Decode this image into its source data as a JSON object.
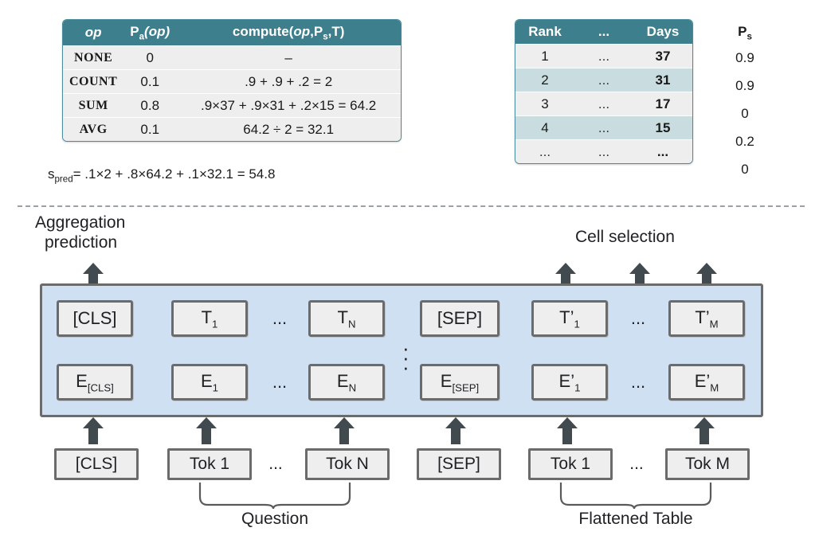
{
  "op_table": {
    "headers": [
      "op",
      "Pa(op)",
      "compute(op,Ps,T)"
    ],
    "header_parts": {
      "op": "op",
      "pa_main": "P",
      "pa_sub": "a",
      "pa_tail": "(op)",
      "comp_main": "compute(",
      "comp_op": "op",
      "comp_mid": ",P",
      "comp_sub": "s",
      "comp_tail": ",T)"
    },
    "rows": [
      {
        "op": "NONE",
        "pa": "0",
        "compute": "–"
      },
      {
        "op": "COUNT",
        "pa": "0.1",
        "compute": ".9 + .9 + .2 = 2"
      },
      {
        "op": "SUM",
        "pa": "0.8",
        "compute": ".9×37 + .9×31 + .2×15 = 64.2"
      },
      {
        "op": "AVG",
        "pa": "0.1",
        "compute": "64.2 ÷ 2 = 32.1"
      }
    ]
  },
  "spred": {
    "symbol": "s",
    "subscript": "pred",
    "equation": "= .1×2 + .8×64.2 + .1×32.1 = 54.8"
  },
  "rank_table": {
    "headers": [
      "Rank",
      "...",
      "Days"
    ],
    "rows": [
      {
        "rank": "1",
        "mid": "...",
        "days": "37"
      },
      {
        "rank": "2",
        "mid": "...",
        "days": "31"
      },
      {
        "rank": "3",
        "mid": "...",
        "days": "17"
      },
      {
        "rank": "4",
        "mid": "...",
        "days": "15"
      },
      {
        "rank": "...",
        "mid": "...",
        "days": "..."
      }
    ]
  },
  "ps_column": {
    "header_main": "P",
    "header_sub": "s",
    "values": [
      "0.9",
      "0.9",
      "0",
      "0.2",
      "0"
    ]
  },
  "labels": {
    "aggregation_line1": "Aggregation",
    "aggregation_line2": "prediction",
    "cell_selection": "Cell selection",
    "question": "Question",
    "flattened_table": "Flattened Table"
  },
  "encoder": {
    "vdots": "⋮",
    "output_row": [
      {
        "main": "[CLS]",
        "sub": ""
      },
      {
        "main": "T",
        "sub": "1"
      },
      {
        "main": "T",
        "sub": "N"
      },
      {
        "main": "[SEP]",
        "sub": ""
      },
      {
        "main": "T’",
        "sub": "1"
      },
      {
        "main": "T’",
        "sub": "M"
      }
    ],
    "embed_row": [
      {
        "main": "E",
        "sub": "[CLS]"
      },
      {
        "main": "E",
        "sub": "1"
      },
      {
        "main": "E",
        "sub": "N"
      },
      {
        "main": "E",
        "sub": "[SEP]"
      },
      {
        "main": "E’",
        "sub": "1"
      },
      {
        "main": "E’",
        "sub": "M"
      }
    ],
    "ellipsis": "..."
  },
  "input_tokens": [
    "[CLS]",
    "Tok 1",
    "Tok N",
    "[SEP]",
    "Tok 1",
    "Tok M"
  ],
  "input_ellipsis": "...",
  "colors": {
    "table_header": "#3d7f8c",
    "row_shade": "#c9dde0",
    "row_plain": "#eeeeee",
    "encoder_fill": "#cfe0f3",
    "box_border": "#6b6b6b",
    "arrow": "#414a4f"
  }
}
